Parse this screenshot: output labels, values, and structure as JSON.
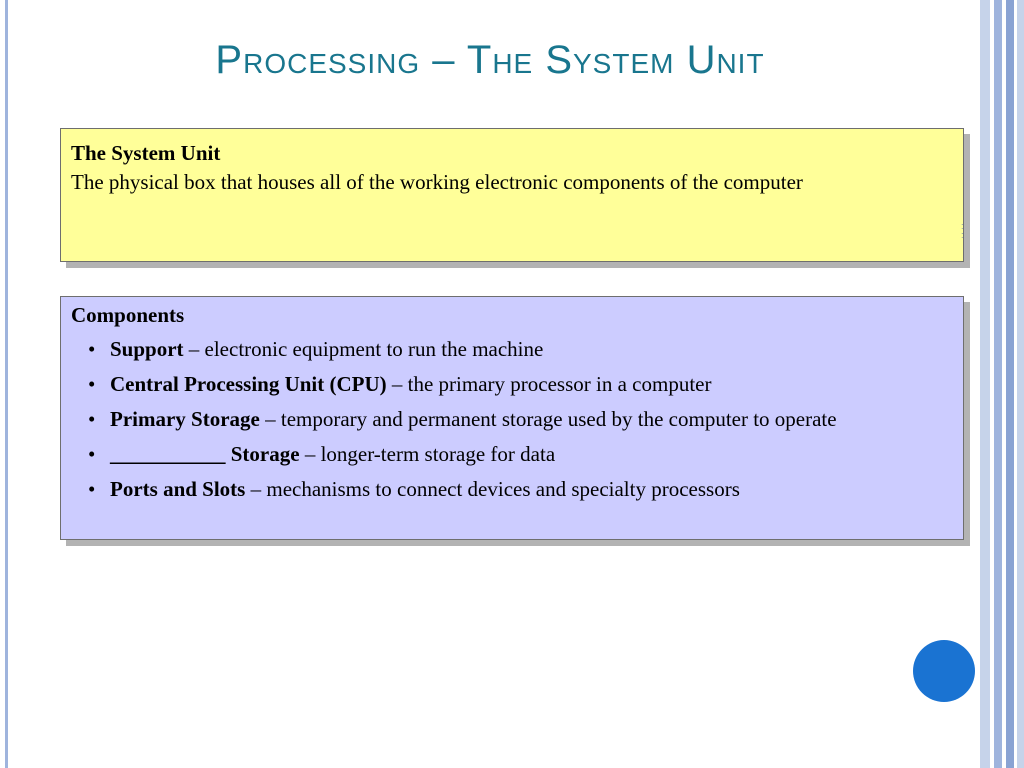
{
  "slide": {
    "title": "Processing – The System Unit",
    "definition": {
      "heading": "The System Unit",
      "text": "The physical box that houses all of the working electronic components of the computer"
    },
    "components": {
      "heading": "Components",
      "bullet_symbol": "•",
      "items": [
        {
          "term": "Support",
          "desc": " – electronic equipment to run the machine"
        },
        {
          "term": "Central Processing Unit (CPU)",
          "desc": " – the primary processor in a computer"
        },
        {
          "term": "Primary Storage",
          "desc": " – temporary and permanent storage used by the computer to operate"
        },
        {
          "term": "___________ Storage",
          "desc": " – longer-term storage for data"
        },
        {
          "term": "Ports and Slots",
          "desc": " –  mechanisms to connect devices and specialty processors"
        }
      ]
    }
  },
  "colors": {
    "title": "#19768e",
    "definition_box": "#ffff99",
    "components_box": "#ccccff",
    "accent_circle": "#1a73d2",
    "side_stripes": [
      "#c6d3ea",
      "#ffffff",
      "#9fb4dd",
      "#ffffff",
      "#8aa3d3",
      "#ffffff",
      "#c6d3ea"
    ]
  }
}
